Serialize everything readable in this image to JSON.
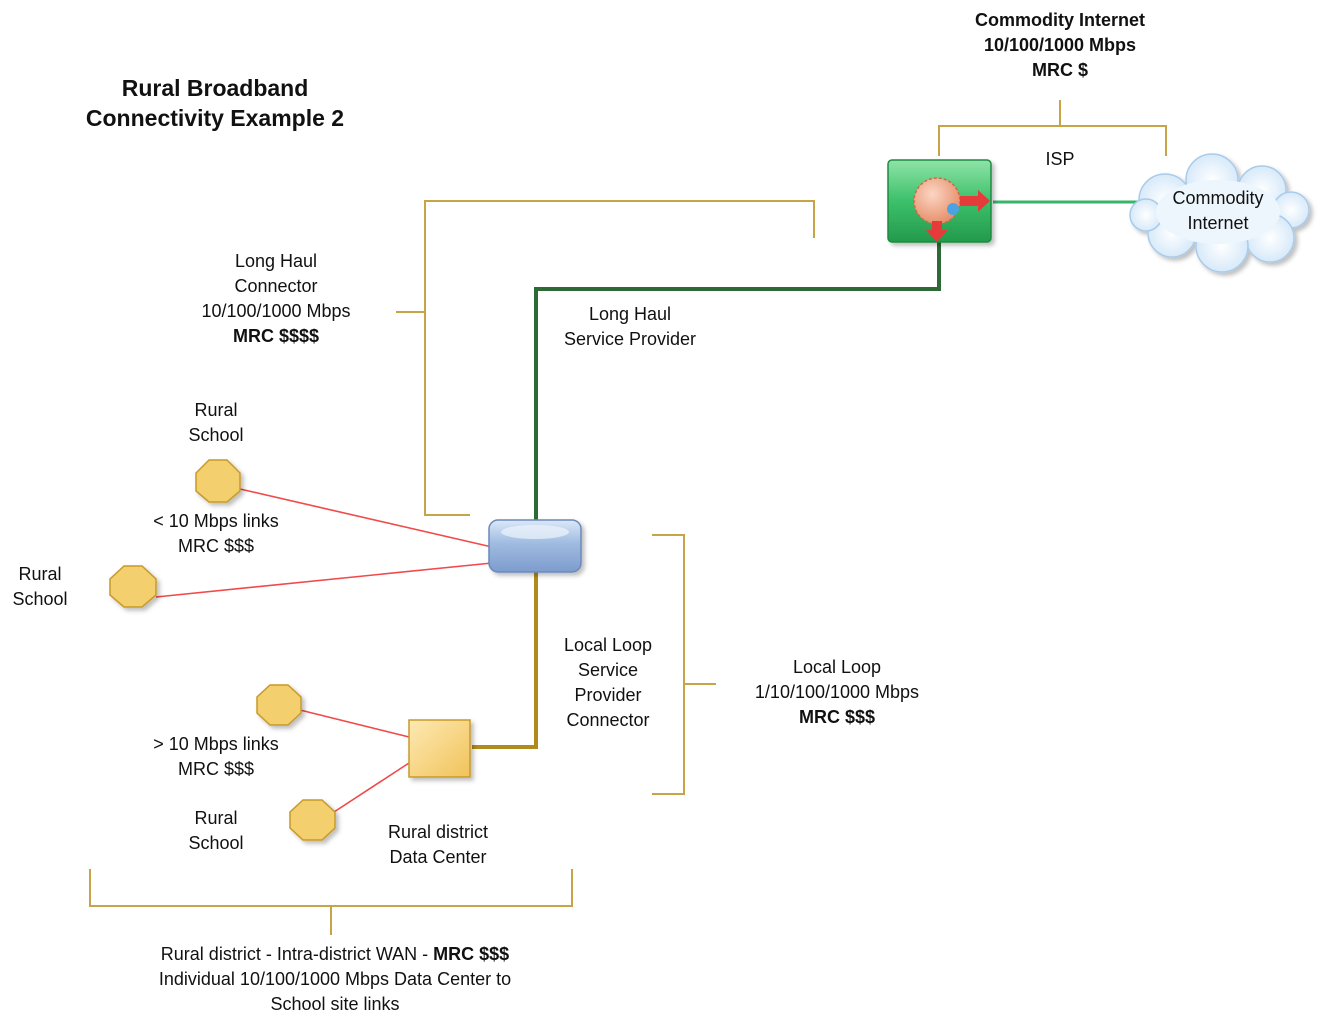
{
  "title": [
    "Rural Broadband",
    "Connectivity Example 2"
  ],
  "commodity_internet_header": [
    "Commodity Internet",
    "10/100/1000 Mbps",
    "MRC $"
  ],
  "isp_label": "ISP",
  "cloud_label": [
    "Commodity",
    "Internet"
  ],
  "long_haul_connector": {
    "lines": [
      "Long Haul",
      "Connector",
      "10/100/1000 Mbps"
    ],
    "mrc": "MRC $$$$"
  },
  "long_haul_service_provider": [
    "Long Haul",
    "Service Provider"
  ],
  "rural_school_top": [
    "Rural",
    "School"
  ],
  "rural_school_left": [
    "Rural",
    "School"
  ],
  "rural_school_bottom": [
    "Rural",
    "School"
  ],
  "slow_links": [
    "< 10 Mbps links",
    "MRC $$$"
  ],
  "fast_links": [
    "> 10 Mbps links",
    "MRC $$$"
  ],
  "local_loop_provider": [
    "Local Loop",
    "Service",
    "Provider",
    "Connector"
  ],
  "local_loop": {
    "lines": [
      "Local Loop",
      "1/10/100/1000 Mbps"
    ],
    "mrc": "MRC $$$"
  },
  "data_center": [
    "Rural district",
    "Data Center"
  ],
  "wan": {
    "line1_prefix": "Rural district - Intra-district WAN - ",
    "line1_mrc": "MRC $$$",
    "line2": "Individual 10/100/1000 Mbps Data Center to",
    "line3": "School site links"
  },
  "colors": {
    "bracket": "#c7a448",
    "long_haul_line": "#2d6a36",
    "isp_link": "#3ab46a",
    "local_loop_line": "#b08a1a",
    "school_link": "#f04a4a",
    "school_node": "#f4cf6e",
    "router": "#9fbbe0",
    "isp_box": "#3cc06a",
    "cloud": "#dceefb"
  }
}
